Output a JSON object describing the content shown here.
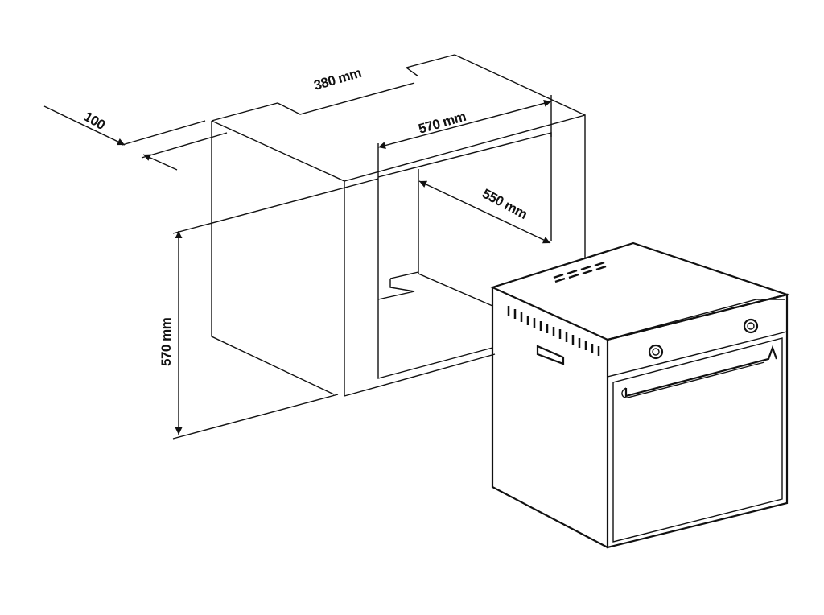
{
  "title": "Built-in oven installation dimensions",
  "dimensions": {
    "top_depth": "380 mm",
    "rear_gap": "100",
    "opening_width": "570 mm",
    "opening_depth": "550 mm",
    "opening_height": "570 mm"
  },
  "colors": {
    "line": "#111111",
    "background": "#ffffff"
  }
}
